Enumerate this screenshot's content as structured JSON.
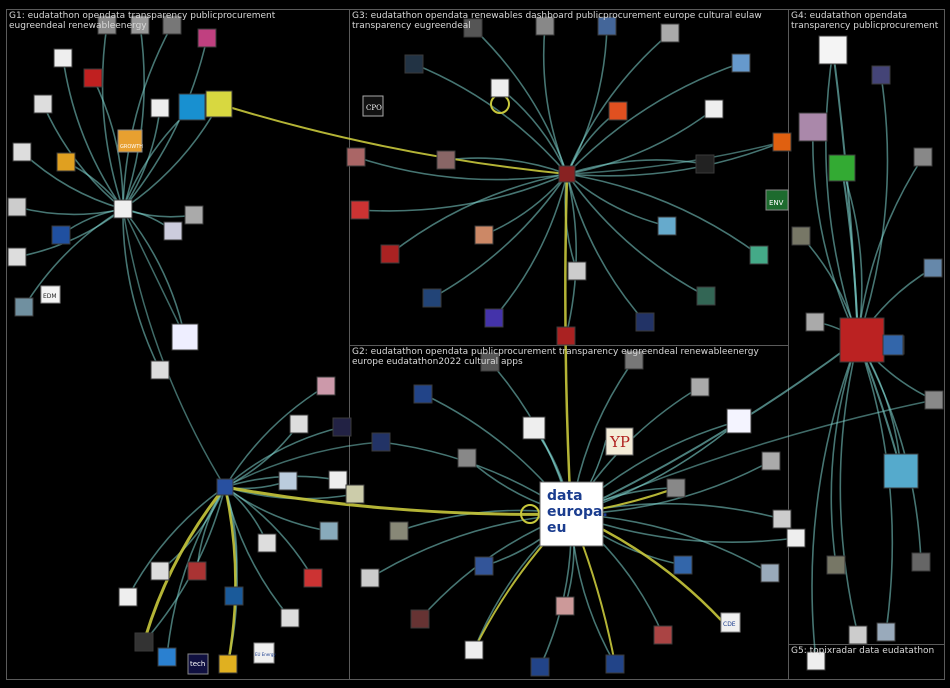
{
  "groups": [
    {
      "id": "G1",
      "label": "G1: eudatathon opendata transparency publicprocurement eugreendeal renewableenergy"
    },
    {
      "id": "G2",
      "label": "G2: eudatathon opendata publicprocurement transparency eugreendeal renewableenergy europe eudatathon2022 cultural apps"
    },
    {
      "id": "G3",
      "label": "G3: eudatathon opendata renewables dashboard publicprocurement europe cultural eulaw transparency eugreendeal"
    },
    {
      "id": "G4",
      "label": "G4: eudatathon opendata transparency publicprocurement"
    },
    {
      "id": "G5",
      "label": "G5: topixradar data eudatathon"
    }
  ],
  "hub": {
    "line1": "data",
    "line2": "europa.",
    "line3": "eu"
  },
  "node_texts": {
    "yp": "YP",
    "env": "ENV",
    "growth": "GROWTH",
    "cpo": "CPO",
    "edm": "EDM",
    "tech": "tech",
    "cde": "CDE",
    "eu_energy": "EU Energy"
  },
  "colors": {
    "background": "#000000",
    "edge_teal": "#7fd6d0",
    "edge_yellow": "#c8c83c",
    "panel_border": "#5a5a5a",
    "label_text": "#d8d8d8",
    "hub_blue": "#1b3d8f"
  }
}
